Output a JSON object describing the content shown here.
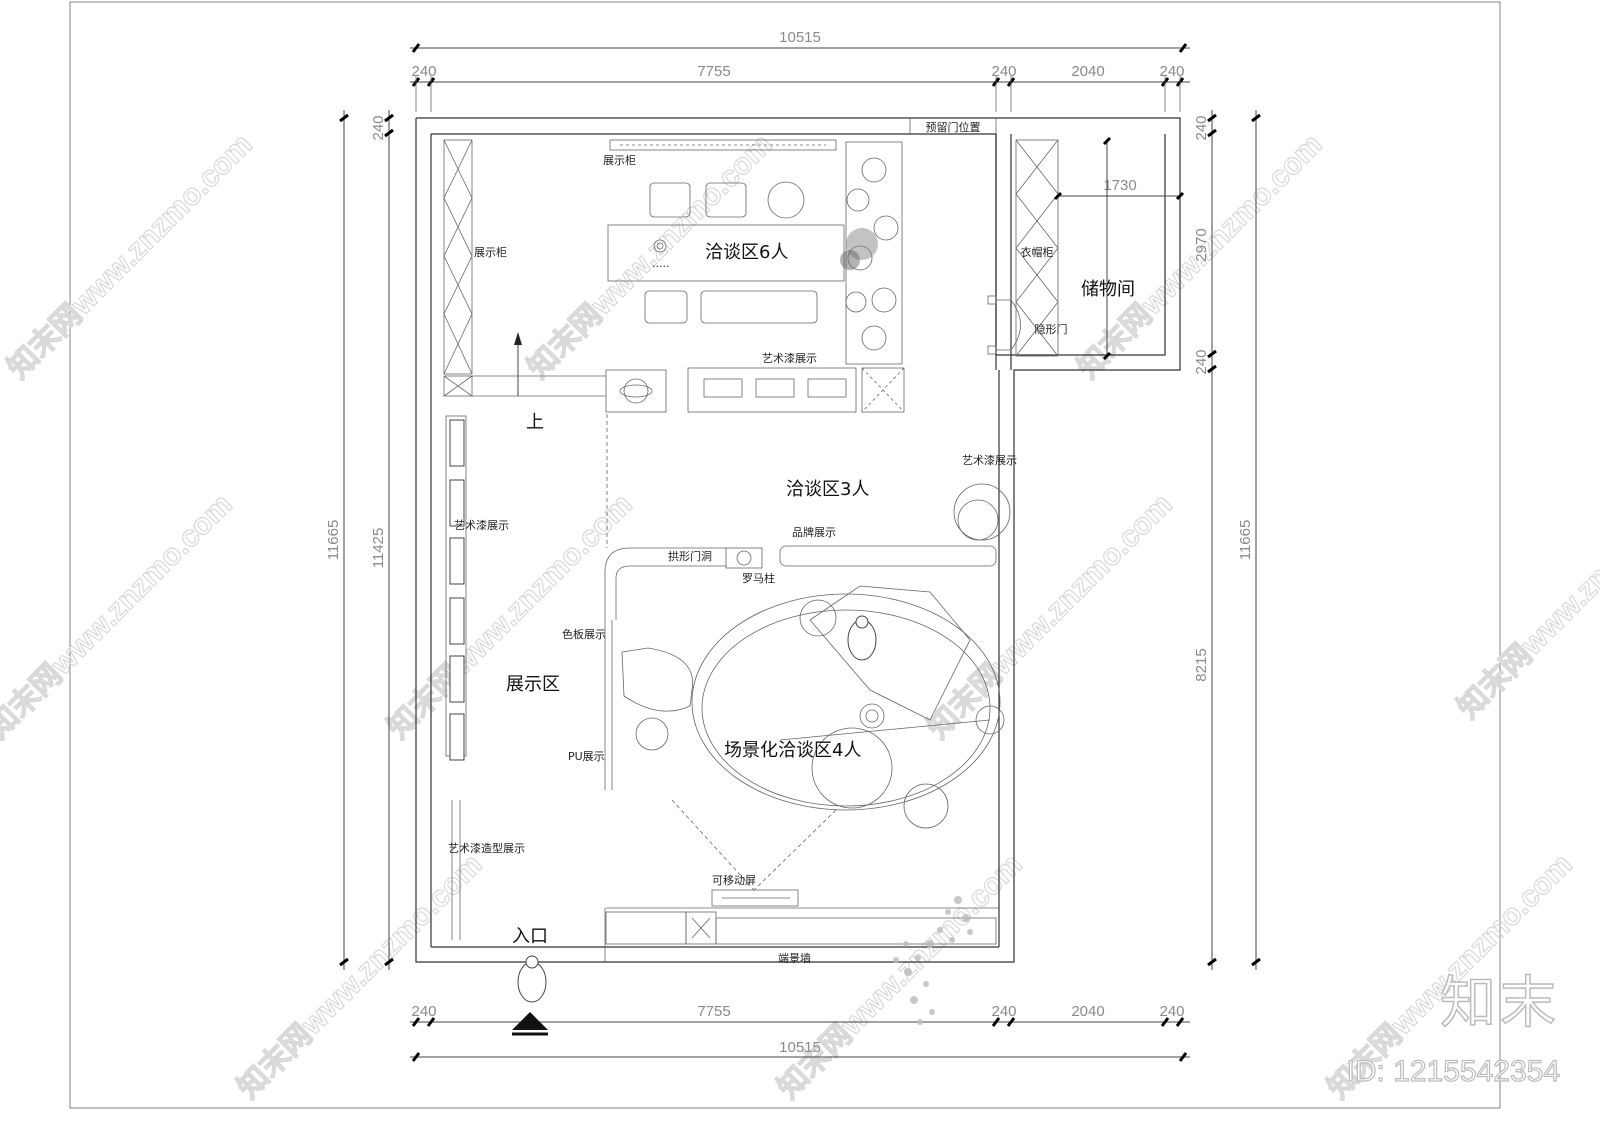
{
  "dimensions": {
    "total_width": "10515",
    "left_wall": "240",
    "main_width": "7755",
    "mid_wall": "240",
    "storage_width": "2040",
    "right_wall": "240",
    "total_height": "11665",
    "inner_height": "11425",
    "top_wall": "240",
    "storage_height": "2970",
    "storage_wall": "240",
    "right_height": "8215",
    "storage_inner": "1730"
  },
  "zones": {
    "meeting_6": "洽谈区6人",
    "meeting_3": "洽谈区3人",
    "scene_meeting_4": "场景化洽谈区4人",
    "display_area": "展示区",
    "storage_room": "储物间",
    "entrance": "入口",
    "up": "上"
  },
  "labels": {
    "reserved_door": "预留门位置",
    "display_cabinet_top": "展示柜",
    "display_cabinet_left": "展示柜",
    "wardrobe": "衣帽柜",
    "hidden_door": "隐形门",
    "art_paint_top": "艺术漆展示",
    "art_paint_right": "艺术漆展示",
    "art_paint_left": "艺术漆展示",
    "brand_display": "品牌展示",
    "arch_door": "拱形门洞",
    "roman_column": "罗马柱",
    "color_board": "色板展示",
    "pu_display": "PU展示",
    "art_paint_shape": "艺术漆造型展示",
    "movable_screen": "可移动屏",
    "end_wall": "端景墙"
  },
  "watermark": {
    "site": "知末网www.znzmo.com",
    "brand": "知末",
    "id": "ID: 1215542354"
  }
}
